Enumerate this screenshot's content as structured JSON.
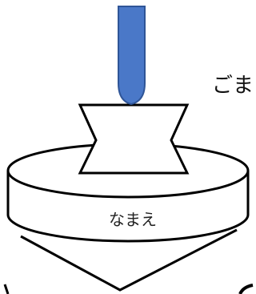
{
  "diagram": {
    "corner_text": "ごま",
    "body_label": "なまえ",
    "colors": {
      "pen_fill": "#4a78c8",
      "pen_stroke": "#2f5597",
      "outline": "#000000",
      "background": "#ffffff"
    },
    "icons": {
      "pen": "pen-tip-icon",
      "knob": "hourglass-knob-shape",
      "body": "cylinder-disc-shape",
      "tip": "cone-tip-shape"
    }
  }
}
